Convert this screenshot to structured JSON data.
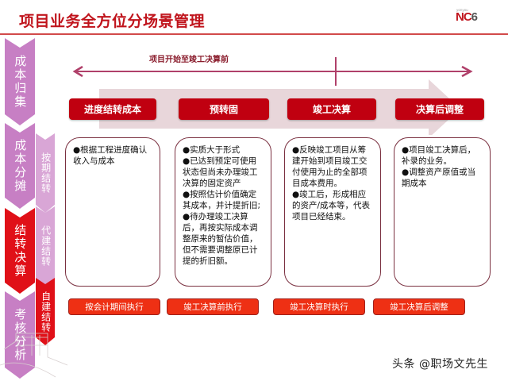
{
  "header": {
    "title": "项目业务全方位分场景管理",
    "logo": {
      "tagline": "yonyou",
      "text": "NC",
      "version": "6"
    }
  },
  "sidebar": {
    "main_steps": [
      {
        "label": "成本归集",
        "color": "#c77fc4",
        "active": false
      },
      {
        "label": "成本分摊",
        "color": "#c77fc4",
        "active": false
      },
      {
        "label": "结转决算",
        "color": "#e01018",
        "active": true
      },
      {
        "label": "考核分析",
        "color": "#c77fc4",
        "active": false
      }
    ],
    "sub_steps": [
      {
        "label": "按期结转",
        "color": "#d9a6d6",
        "active": false
      },
      {
        "label": "代建结转",
        "color": "#d9a6d6",
        "active": false
      },
      {
        "label": "自建结转",
        "color": "#e01018",
        "active": true
      }
    ]
  },
  "timeline": {
    "label": "项目开始至竣工决算前",
    "line_color": "#b0406a"
  },
  "stages": [
    {
      "title": "进度结转成本",
      "content": [
        "●根据工程进度确认收入与成本"
      ],
      "execution": "按会计期间执行"
    },
    {
      "title": "预转固",
      "content": [
        "●实质大于形式",
        "●已达到预定可使用状态但尚未办理竣工决算的固定资产",
        "●按照估计价值确定其成本，并计提折旧;",
        "●待办理竣工决算后，再按实际成本调整原来的暂估价值，但不需要调整原已计提的折旧额。"
      ],
      "execution": "竣工决算前执行"
    },
    {
      "title": "竣工决算",
      "content": [
        "●反映竣工项目从筹建开始到项目竣工交付使用为止的全部项目成本费用。",
        "●竣工后，形成相应的资产/成本等，代表项目已经结束。"
      ],
      "execution": "竣工决算时执行"
    },
    {
      "title": "决算后调整",
      "content": [
        "●项目竣工决算后，补录的业务。",
        "●调整资产原值或当期成本"
      ],
      "execution": "竣工决算后调整"
    }
  ],
  "watermark": "头条 @职场文先生",
  "colors": {
    "title_red": "#c0141c",
    "stage_red": "#c00010",
    "exec_red": "#ee3014",
    "card_border": "#7a3040",
    "chevron_purple": "#c77fc4",
    "chevron_light": "#d9a6d6",
    "chevron_active": "#e01018"
  }
}
